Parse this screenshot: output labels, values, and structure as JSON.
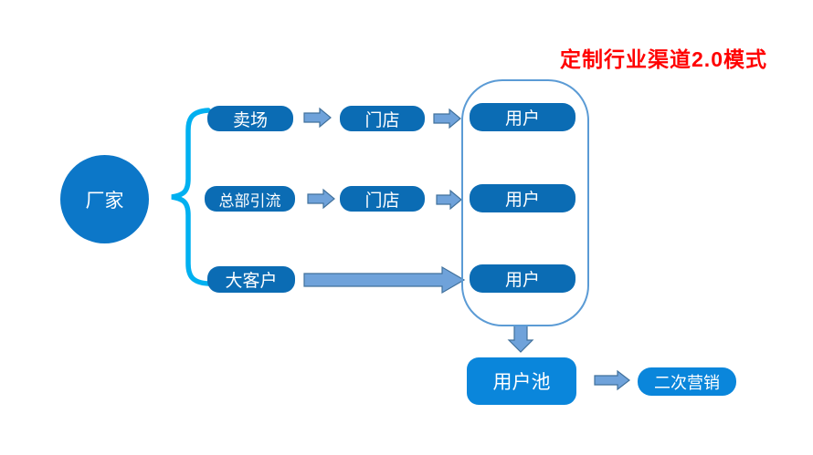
{
  "title": "定制行业渠道2.0模式",
  "diagram": {
    "type": "flow",
    "manufacturer": "厂家",
    "rows": [
      {
        "source": "卖场",
        "store": "门店",
        "user": "用户"
      },
      {
        "source": "总部引流",
        "store": "门店",
        "user": "用户"
      },
      {
        "source": "大客户",
        "user": "用户"
      }
    ],
    "pool": "用户池",
    "remarketing": "二次营销"
  },
  "colors": {
    "title_red": "#ff0000",
    "node_dark_blue": "#0b6cb4",
    "node_bright_blue": "#0a86db",
    "circle_blue": "#0c77c8",
    "arrow_fill": "#6fa2da",
    "arrow_border": "#41719c",
    "brace_cyan": "#00b0f0",
    "group_border": "#5b9bd5",
    "background": "#ffffff"
  }
}
